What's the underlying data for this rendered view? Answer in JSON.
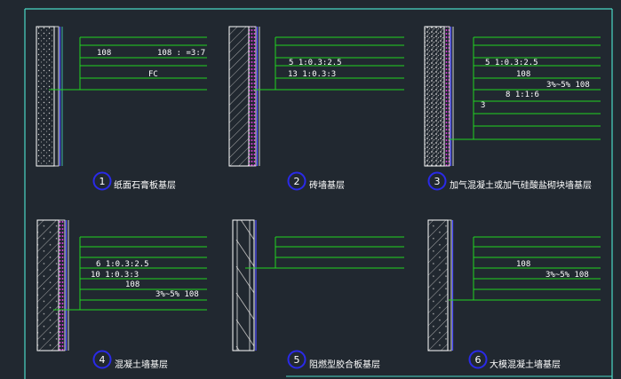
{
  "colors": {
    "background": "#212830",
    "frame": "#4ad9c6",
    "leader_line": "#21d321",
    "wall_outline": "#ffffff",
    "hatch": "#b5b5b5",
    "badge_ring": "#2a2ae8",
    "membrane": "#4a4aff",
    "mesh": "#ff3cff",
    "text": "#ffffff"
  },
  "details": [
    {
      "number": "1",
      "caption": "纸面石膏板基层",
      "notes": [
        "108",
        "108  :  =3:7",
        "FC"
      ]
    },
    {
      "number": "2",
      "caption": "砖墙基层",
      "notes": [
        "5  1:0.3:2.5",
        "13  1:0.3:3"
      ]
    },
    {
      "number": "3",
      "caption": "加气混凝土或加气硅酸盐砌块墙基层",
      "notes": [
        "5  1:0.3:2.5",
        "108",
        "3%~5%  108",
        "8  1:1:6",
        "3"
      ]
    },
    {
      "number": "4",
      "caption": "混凝土墙基层",
      "notes": [
        "6  1:0.3:2.5",
        "10  1:0.3:3",
        "108",
        "3%~5%  108"
      ]
    },
    {
      "number": "5",
      "caption": "阻燃型胶合板基层",
      "notes": []
    },
    {
      "number": "6",
      "caption": "大模混凝土墙基层",
      "notes": [
        "108",
        "3%~5%  108"
      ]
    }
  ]
}
